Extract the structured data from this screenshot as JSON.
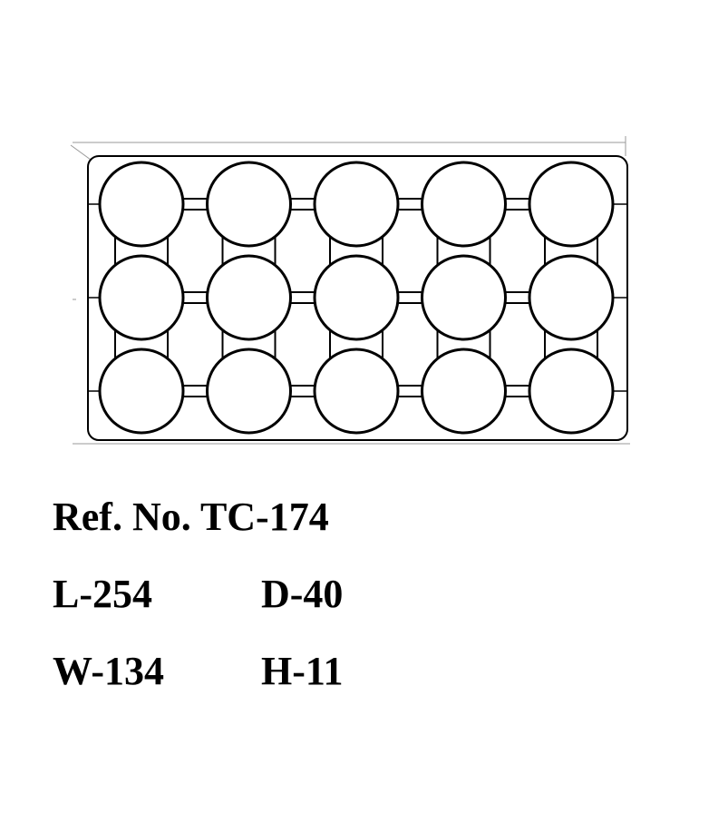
{
  "diagram": {
    "rows": 3,
    "columns": 5,
    "line_color": "#000000",
    "dimension_line_color": "#999999"
  },
  "specs": {
    "ref": "Ref. No. TC-174",
    "length": "L-254",
    "depth": "D-40",
    "width": "W-134",
    "height": "H-11"
  }
}
